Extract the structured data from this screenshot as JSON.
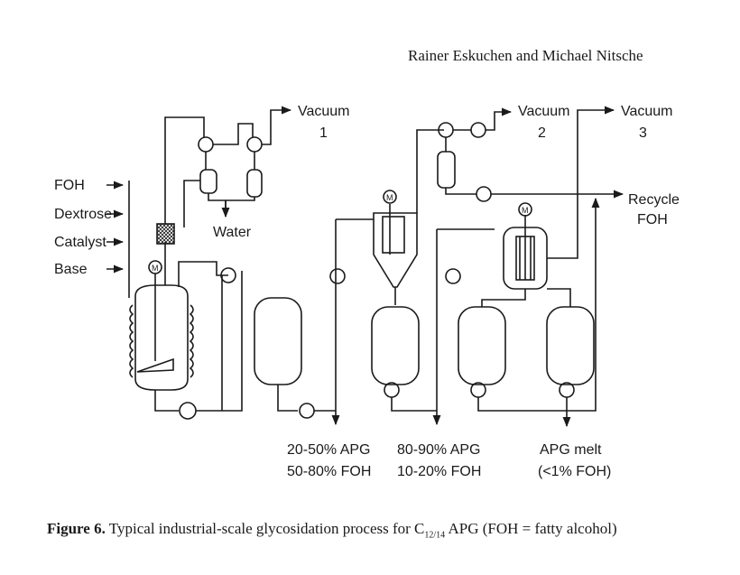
{
  "header": {
    "authors": "Rainer Eskuchen and Michael Nitsche"
  },
  "inputs": [
    "FOH",
    "Dextrose",
    "Catalyst",
    "Base"
  ],
  "vacuum": [
    {
      "label": "Vacuum",
      "num": "1"
    },
    {
      "label": "Vacuum",
      "num": "2"
    },
    {
      "label": "Vacuum",
      "num": "3"
    }
  ],
  "water": "Water",
  "recycle": {
    "line1": "Recycle",
    "line2": "FOH"
  },
  "motor": "M",
  "products": [
    {
      "line1": "20-50% APG",
      "line2": "50-80% FOH"
    },
    {
      "line1": "80-90% APG",
      "line2": "10-20% FOH"
    },
    {
      "line1": "APG melt",
      "line2": "(<1% FOH)"
    }
  ],
  "caption": {
    "label": "Figure 6.",
    "text_a": " Typical industrial-scale glycosidation process for C",
    "sub": "12/14",
    "text_b": " APG (FOH = fatty alcohol)"
  }
}
